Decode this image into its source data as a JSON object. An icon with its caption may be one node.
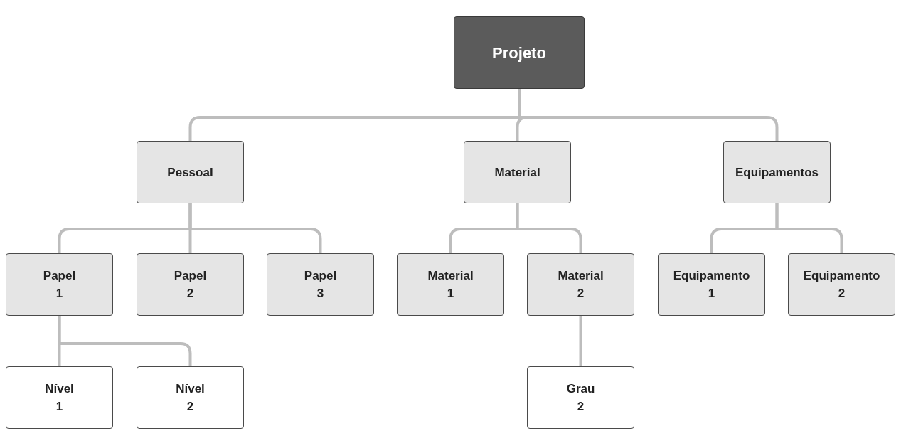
{
  "diagram": {
    "nodes": [
      {
        "text": [
          "Projeto"
        ]
      },
      {
        "text": [
          "Pessoal"
        ]
      },
      {
        "text": [
          "Material"
        ]
      },
      {
        "text": [
          "Equipamentos"
        ]
      },
      {
        "text": [
          "Papel 1"
        ]
      },
      {
        "text": [
          "Papel 2"
        ]
      },
      {
        "text": [
          "Papel 3"
        ]
      },
      {
        "text": [
          "Material 1"
        ]
      },
      {
        "text": [
          "Material 2"
        ]
      },
      {
        "text": [
          "Equipamento 1"
        ]
      },
      {
        "text": [
          "Equipamento 2"
        ]
      },
      {
        "text": [
          "Nível 1"
        ]
      },
      {
        "text": [
          "Nível 2"
        ]
      },
      {
        "text": [
          "Grau 2"
        ]
      }
    ],
    "edges": [
      {
        "from": 0,
        "to": 1,
        "arrow": "none"
      },
      {
        "from": 0,
        "to": 2,
        "arrow": "none"
      },
      {
        "from": 0,
        "to": 3,
        "arrow": "none"
      },
      {
        "from": 1,
        "to": 4,
        "arrow": "none"
      },
      {
        "from": 1,
        "to": 5,
        "arrow": "none"
      },
      {
        "from": 1,
        "to": 6,
        "arrow": "none"
      },
      {
        "from": 2,
        "to": 7,
        "arrow": "none"
      },
      {
        "from": 2,
        "to": 8,
        "arrow": "none"
      },
      {
        "from": 3,
        "to": 9,
        "arrow": "none"
      },
      {
        "from": 3,
        "to": 10,
        "arrow": "none"
      },
      {
        "from": 4,
        "to": 11,
        "arrow": "none"
      },
      {
        "from": 4,
        "to": 12,
        "arrow": "none"
      },
      {
        "from": 8,
        "to": 13,
        "arrow": "none"
      }
    ]
  }
}
